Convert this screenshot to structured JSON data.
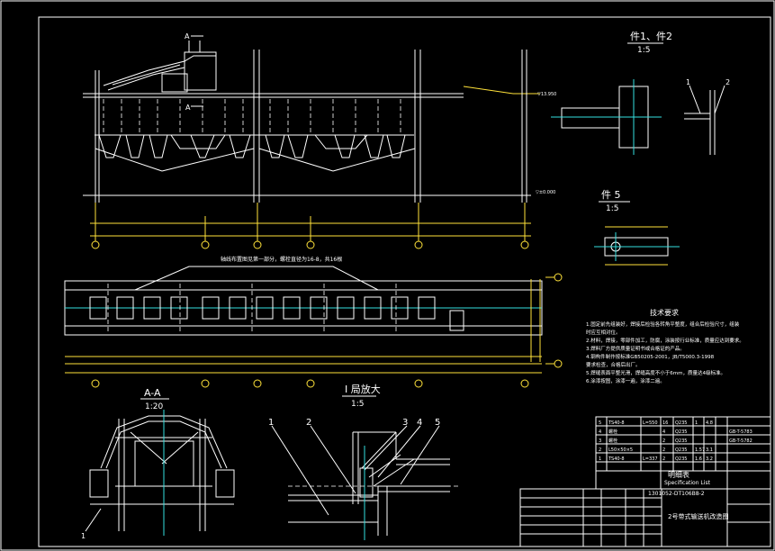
{
  "views": {
    "part_1_2": {
      "title": "件1、件2",
      "scale": "1:5",
      "label_1": "1",
      "label_2": "2"
    },
    "part_5": {
      "title": "件 5",
      "scale": "1:5"
    },
    "section_aa": {
      "title": "A-A",
      "scale": "1:20",
      "label_1": "1"
    },
    "detail_i": {
      "title": "I 局放大",
      "scale": "1:5",
      "callouts": [
        "1",
        "2",
        "3",
        "4",
        "5"
      ]
    },
    "elevation": {
      "marker_a_top": "A",
      "marker_a_bottom": "A"
    },
    "plan": {
      "header_note": "轴线布置图见第一部分，螺栓直径为16-8，共16根"
    }
  },
  "technical_requirements": {
    "title": "技术要求",
    "items": [
      "1.固定前先组装好，焊接后检验各转角平整度，组合后检验尺寸，组装",
      "   时应互相对位。",
      "2.材料，焊接，零部件加工，防腐，涂装按行业标准，质量应达到要求。",
      "3.焊料厂方提供质量证明书或合格证的产品。",
      "4.钢构件制作按标准GB50205-2001，JB/T5000.3-1998",
      "   要求检查，合格后出厂。",
      "5.焊缝表面平整光滑，焊缝高度不小于6mm，质量达4级标准。",
      "6.涂漆按图，涂漆一遍，涂漆二遍。"
    ]
  },
  "title_block": {
    "company": "明细表",
    "subtitle": "Specification List",
    "drawing_no": "1301052-DT106B8-2",
    "drawing_name": "2号带式输送机改造图",
    "parts_rows": [
      [
        "5",
        "TS40-8",
        "L=550",
        "16",
        "Q235",
        "1",
        "4.8",
        ""
      ],
      [
        "4",
        "螺栓",
        "",
        "4",
        "Q235",
        "",
        "",
        "GB-T-5783"
      ],
      [
        "3",
        "螺栓",
        "",
        "2",
        "Q235",
        "",
        "",
        "GB-T-5782"
      ],
      [
        "2",
        "L50×50×5",
        "",
        "2",
        "Q235",
        "1.57",
        "3.1",
        ""
      ],
      [
        "1",
        "TS40-8",
        "L=337",
        "2",
        "Q235",
        "1.6",
        "3.2",
        ""
      ]
    ]
  },
  "colors": {
    "line": "#ffffff",
    "dim": "#ffe23a",
    "center": "#35e0e0",
    "tag": "#2fd35a",
    "mark": "#ff4040"
  }
}
